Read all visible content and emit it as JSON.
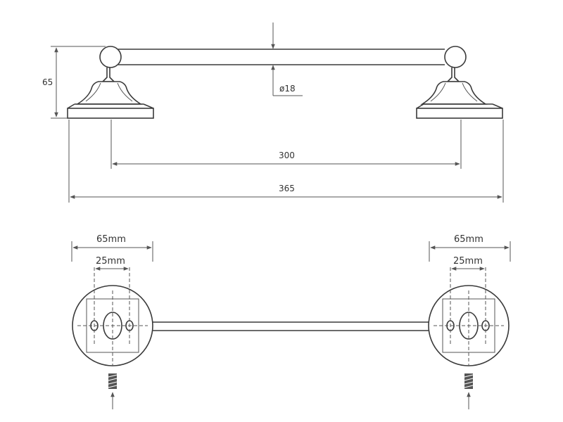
{
  "dimensions": {
    "height": "65",
    "rod_diameter": "ø18",
    "center_distance": "300",
    "overall_length": "365",
    "left_base_width": "65mm",
    "left_hole_spacing": "25mm",
    "right_base_width": "65mm",
    "right_hole_spacing": "25mm"
  },
  "icons": {
    "left_screw": "screw-icon",
    "right_screw": "screw-icon"
  }
}
